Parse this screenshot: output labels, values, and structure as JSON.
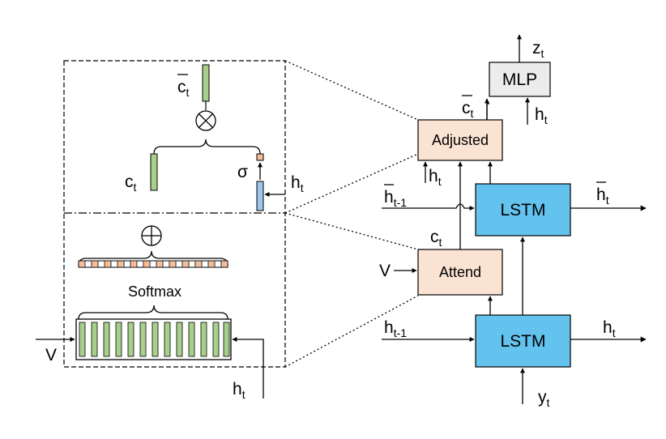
{
  "colors": {
    "lstm_fill": "#63c2ee",
    "attend_fill": "#fbe3d3",
    "mlp_fill": "#ececec",
    "vector_green": "#a8d08c",
    "vector_blue": "#9dc8ee",
    "softmax_orange": "#f6be98",
    "stroke": "#000000"
  },
  "blocks": {
    "lstm_top": "LSTM",
    "lstm_bottom": "LSTM",
    "attend": "Attend",
    "adjusted": "Adjusted",
    "mlp": "MLP"
  },
  "labels": {
    "z_t": {
      "base": "z",
      "sub": "t"
    },
    "c_bar_t_mlp": {
      "base": "c",
      "sub": "t"
    },
    "h_t_mlp": {
      "base": "h",
      "sub": "t"
    },
    "h_t_adjusted": {
      "base": "h",
      "sub": "t"
    },
    "h_bar_tm1": {
      "base": "h",
      "sub": "t-1"
    },
    "h_bar_t_out": {
      "base": "h",
      "sub": "t"
    },
    "c_t_attend": {
      "base": "c",
      "sub": "t"
    },
    "v_attend": "V",
    "h_tm1": {
      "base": "h",
      "sub": "t-1"
    },
    "h_t_out": {
      "base": "h",
      "sub": "t"
    },
    "y_t": {
      "base": "y",
      "sub": "t"
    },
    "c_bar_t_detail": {
      "base": "c",
      "sub": "t"
    },
    "c_t_detail": {
      "base": "c",
      "sub": "t"
    },
    "sigma": "σ",
    "h_t_detail": {
      "base": "h",
      "sub": "t"
    },
    "softmax": "Softmax",
    "v_detail": "V",
    "h_t_bottom": {
      "base": "h",
      "sub": "t"
    }
  },
  "symbols": {
    "multiply": "⊗",
    "sum": "⊕"
  }
}
